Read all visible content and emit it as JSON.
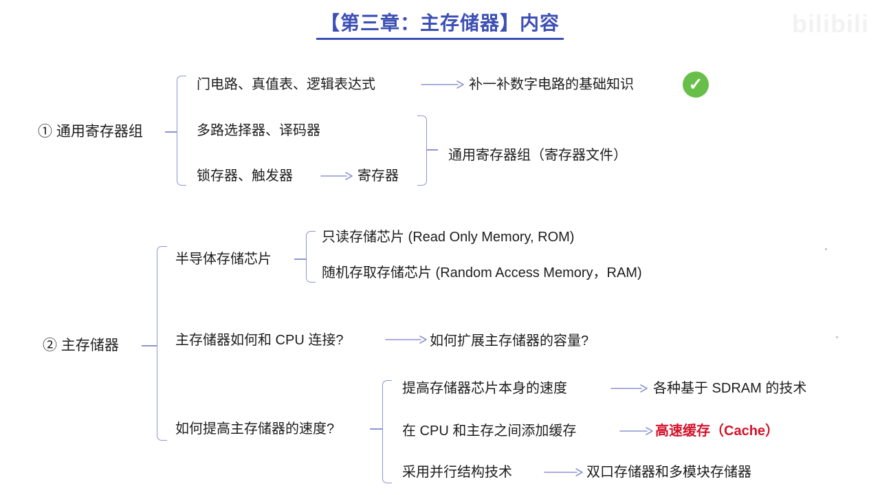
{
  "title": "【第三章：主存储器】内容",
  "watermark": "bilibili",
  "colors": {
    "title_blue": "#3c4fb5",
    "connector_blue": "#8b94d2",
    "text_black": "#1c1c1c",
    "accent_red": "#d4122a",
    "check_green": "#67bf4a"
  },
  "icons": {
    "check_glyph": "✓"
  },
  "map": {
    "s1": {
      "label": "① 通用寄存器组",
      "row1": "门电路、真值表、逻辑表达式",
      "row1_result": "补一补数字电路的基础知识",
      "row2": "多路选择器、译码器",
      "row3": "锁存器、触发器",
      "row3_result": "寄存器",
      "group_result": "通用寄存器组（寄存器文件）"
    },
    "s2": {
      "label": "② 主存储器",
      "chip": "半导体存储芯片",
      "chip_rom": "只读存储芯片 (Read Only Memory, ROM)",
      "chip_ram": "随机存取存储芯片 (Random Access Memory，RAM)",
      "connect_q": "主存储器如何和 CPU 连接?",
      "connect_result": "如何扩展主存储器的容量?",
      "speed_q": "如何提高主存储器的速度?",
      "speed1": "提高存储器芯片本身的速度",
      "speed1_result": "各种基于 SDRAM 的技术",
      "speed2": "在 CPU 和主存之间添加缓存",
      "speed2_result": "高速缓存（Cache）",
      "speed3": "采用并行结构技术",
      "speed3_result": "双口存储器和多模块存储器"
    }
  }
}
